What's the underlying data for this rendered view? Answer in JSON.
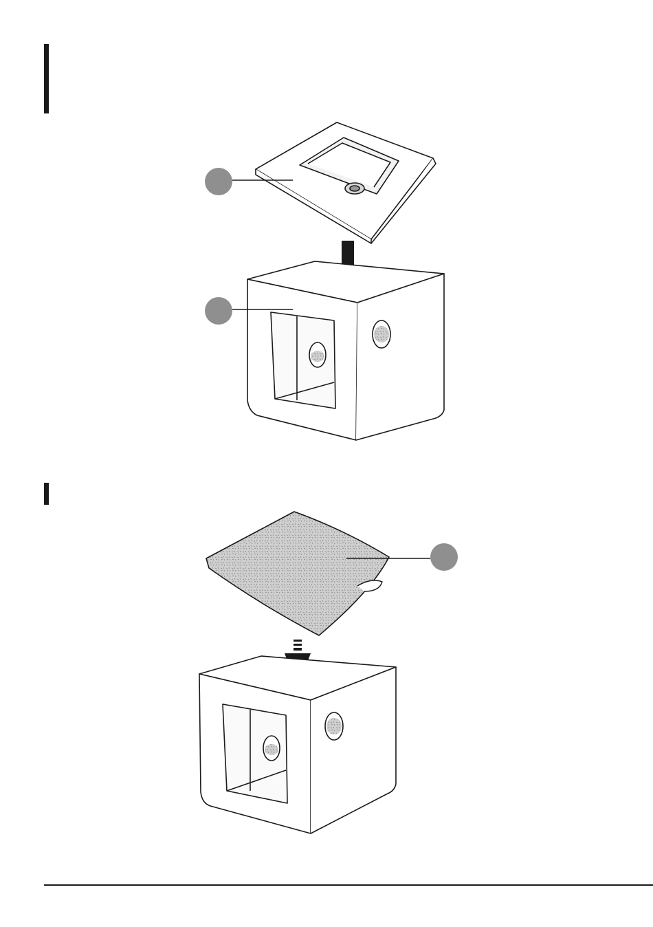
{
  "steps": [
    {
      "callouts": 2,
      "parts": [
        "sink-basin",
        "cube-cabinet"
      ],
      "action": "place-on-top"
    },
    {
      "callouts": 1,
      "parts": [
        "cushion-pad",
        "cube-cabinet"
      ],
      "action": "insert-inside"
    }
  ],
  "colors": {
    "ink": "#1a1a1a",
    "callout": "#8f8f8f",
    "fabric": "#c9c9c9"
  }
}
